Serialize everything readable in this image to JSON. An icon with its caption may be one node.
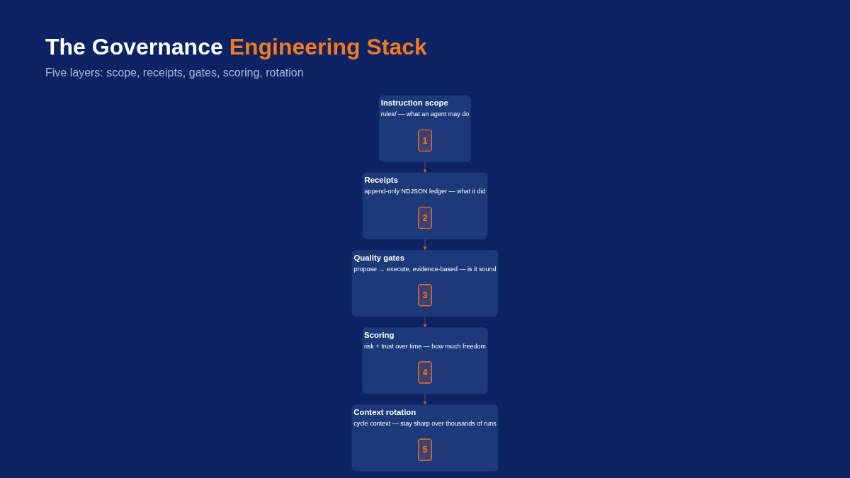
{
  "diagram": {
    "title": "The Governance Engineering Stack",
    "nodes": [
      {
        "text": [
          "Instruction scope",
          "rules/ — what an agent may do"
        ]
      },
      {
        "text": [
          "1"
        ],
        "in": 0
      },
      {
        "text": [
          "Receipts",
          "append-only NDJSON ledger — what it did"
        ]
      },
      {
        "text": [
          "2"
        ],
        "in": 2
      },
      {
        "text": [
          "Quality gates",
          "propose → execute, evidence-based — is it sound"
        ]
      },
      {
        "text": [
          "3"
        ],
        "in": 4
      },
      {
        "text": [
          "Scoring",
          "risk + trust over time — how much freedom"
        ]
      },
      {
        "text": [
          "4"
        ],
        "in": 6
      },
      {
        "text": [
          "Context rotation",
          "cycle context — stay sharp over thousands of runs"
        ]
      },
      {
        "text": [
          "5"
        ],
        "in": 8
      }
    ],
    "edges": [
      {
        "from": 0,
        "to": 2,
        "arrow": "to"
      },
      {
        "from": 2,
        "to": 4,
        "arrow": "to"
      },
      {
        "from": 4,
        "to": 6,
        "arrow": "to"
      },
      {
        "from": 6,
        "to": 8,
        "arrow": "to"
      }
    ],
    "labels": [
      "Five layers: scope, receipts, gates, scoring, rotation"
    ]
  }
}
